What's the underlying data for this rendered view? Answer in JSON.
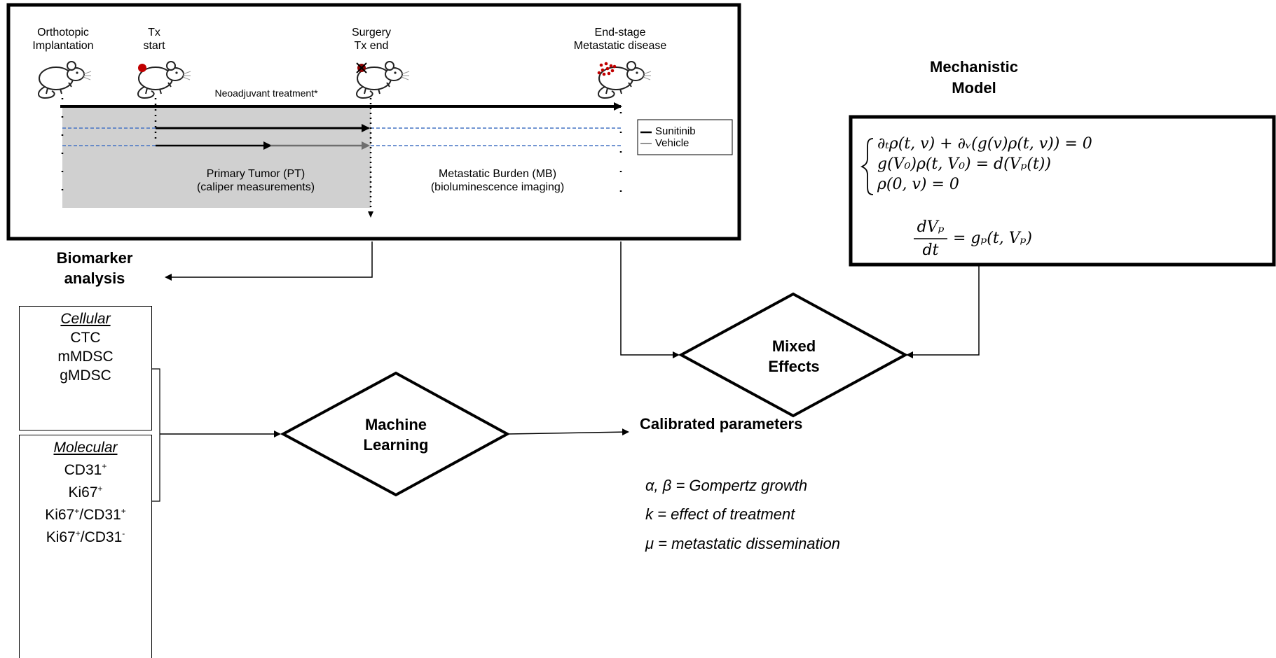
{
  "timeline": {
    "events": [
      {
        "id": "implant",
        "label": "Orthotopic\nImplantation",
        "marker": "none"
      },
      {
        "id": "tx-start",
        "label": "Tx\nstart",
        "marker": "primary-tumor-dot"
      },
      {
        "id": "surgery",
        "label": "Surgery\nTx end",
        "marker": "resected-tumor"
      },
      {
        "id": "end-stage",
        "label": "End-stage\nMetastatic disease",
        "marker": "metastases-dots"
      }
    ],
    "treatment_label": "Neoadjuvant treatment*",
    "pt_label": "Primary Tumor (PT)\n(caliper measurements)",
    "mb_label": "Metastatic Burden (MB)\n(bioluminescence imaging)",
    "legend": [
      "Sunitinib",
      "Vehicle"
    ],
    "mouse_icon": "mouse-icon"
  },
  "biomarker": {
    "title": "Biomarker\nanalysis",
    "cellular_head": "Cellular",
    "cellular": [
      "CTC",
      "mMDSC",
      "gMDSC"
    ],
    "molecular_head": "Molecular",
    "molecular": [
      {
        "base": "CD31",
        "sup": "+"
      },
      {
        "base": "Ki67",
        "sup": "+"
      },
      {
        "base": "Ki67",
        "sup": "+",
        "mid": "/CD31",
        "sup2": "+"
      },
      {
        "base": "Ki67",
        "sup": "+",
        "mid": "/CD31",
        "sup2": "-"
      }
    ]
  },
  "ml_label": "Machine\nLearning",
  "mechanistic": {
    "title": "Mechanistic\nModel",
    "eq1": "∂ₜρ(t, v) + ∂ᵥ(g(v)ρ(t, v)) = 0",
    "eq2": "g(V₀)ρ(t, V₀) = d(Vₚ(t))",
    "eq3": "ρ(0, v) = 0",
    "ode_num": "dVₚ",
    "ode_den": "dt",
    "ode_rhs": "= gₚ(t, Vₚ)"
  },
  "mixed_label": "Mixed\nEffects",
  "calibrated": {
    "title": "Calibrated parameters",
    "params": [
      "α, β = Gompertz growth",
      "k = effect of treatment",
      "μ = metastatic dissemination"
    ]
  },
  "colors": {
    "tumor": "#c00000",
    "dashed": "#4472c4",
    "shade": "#d0d0d0",
    "arrow_gray": "#6e6e6e"
  }
}
